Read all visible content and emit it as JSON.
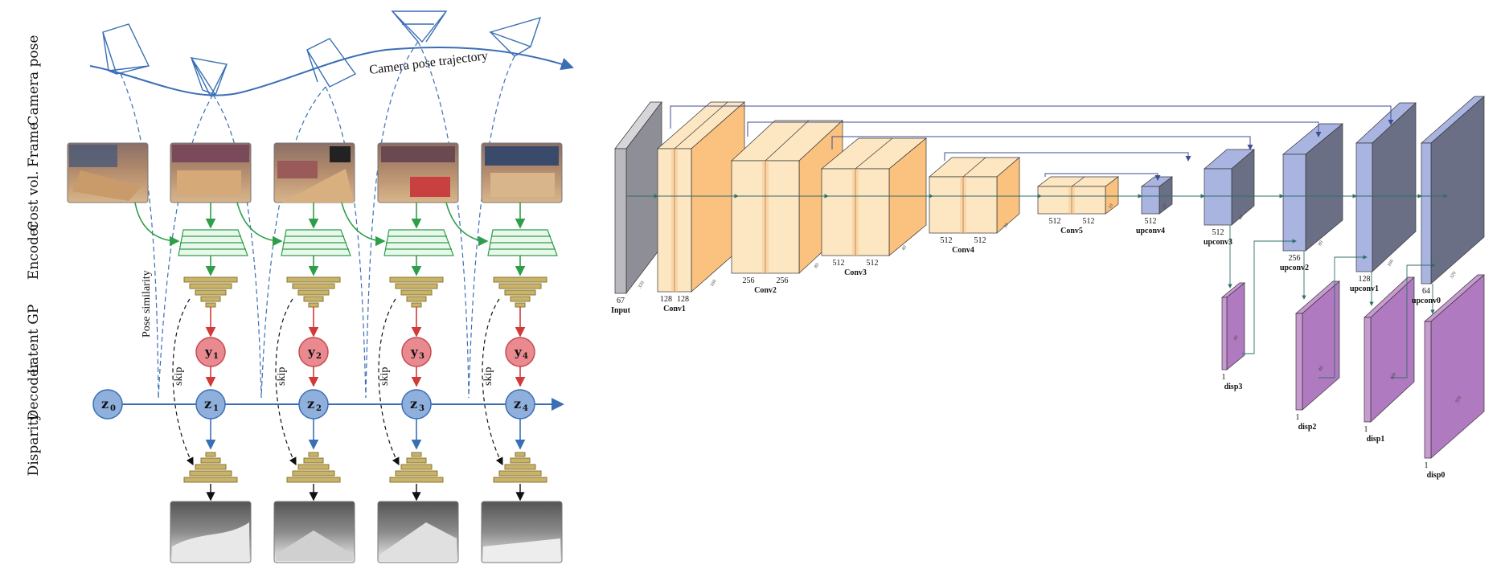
{
  "left": {
    "row_labels": [
      "Camera pose",
      "Frame",
      "Cost vol.",
      "Encoder",
      "Latent GP",
      "Decoder",
      "Disparity"
    ],
    "trajectory_label": "Camera pose trajectory",
    "pose_similarity_label": "Pose similarity",
    "skip_label": "skip",
    "z_labels": [
      "z",
      "z",
      "z",
      "z",
      "z"
    ],
    "z_subs": [
      "0",
      "1",
      "2",
      "3",
      "4"
    ],
    "y_labels": [
      "y",
      "y",
      "y",
      "y"
    ],
    "y_subs": [
      "1",
      "2",
      "3",
      "4"
    ],
    "colors": {
      "trajectory": "#3a6fb5",
      "cost_volume": "#2e9e4a",
      "encoder": "#c9b36a",
      "y_node": "#e88a8f",
      "z_node": "#8fb0dc",
      "red_arrow": "#d23a3a"
    }
  },
  "right": {
    "blocks": [
      {
        "label": "Input",
        "channels": [
          "67"
        ],
        "size": "320"
      },
      {
        "label": "Conv1",
        "channels": [
          "128",
          "128"
        ],
        "size": "160"
      },
      {
        "label": "Conv2",
        "channels": [
          "256",
          "256"
        ],
        "size": "80"
      },
      {
        "label": "Conv3",
        "channels": [
          "512",
          "512"
        ],
        "size": "40"
      },
      {
        "label": "Conv4",
        "channels": [
          "512",
          "512"
        ],
        "size": "20"
      },
      {
        "label": "Conv5",
        "channels": [
          "512",
          "512"
        ],
        "size": "10"
      },
      {
        "label": "upconv4",
        "channels": [
          "512"
        ],
        "size": "20"
      },
      {
        "label": "upconv3",
        "channels": [
          "512"
        ],
        "size": "40"
      },
      {
        "label": "upconv2",
        "channels": [
          "256"
        ],
        "size": "80"
      },
      {
        "label": "upconv1",
        "channels": [
          "128"
        ],
        "size": "160"
      },
      {
        "label": "upconv0",
        "channels": [
          "64"
        ],
        "size": "320"
      }
    ],
    "disp_blocks": [
      {
        "label": "disp3",
        "channels": "1",
        "size": "40"
      },
      {
        "label": "disp2",
        "channels": "1",
        "size": "80"
      },
      {
        "label": "disp1",
        "channels": "1",
        "size": "160"
      },
      {
        "label": "disp0",
        "channels": "1",
        "size": "320"
      }
    ],
    "colors": {
      "input": "#b9b9bf",
      "conv_light": "#fde6c2",
      "conv_dark": "#fbc27f",
      "upconv_light": "#a9b5e0",
      "upconv_dark": "#6a6f86",
      "disp": "#c79bd0",
      "connection": "#3f4f8f"
    }
  }
}
